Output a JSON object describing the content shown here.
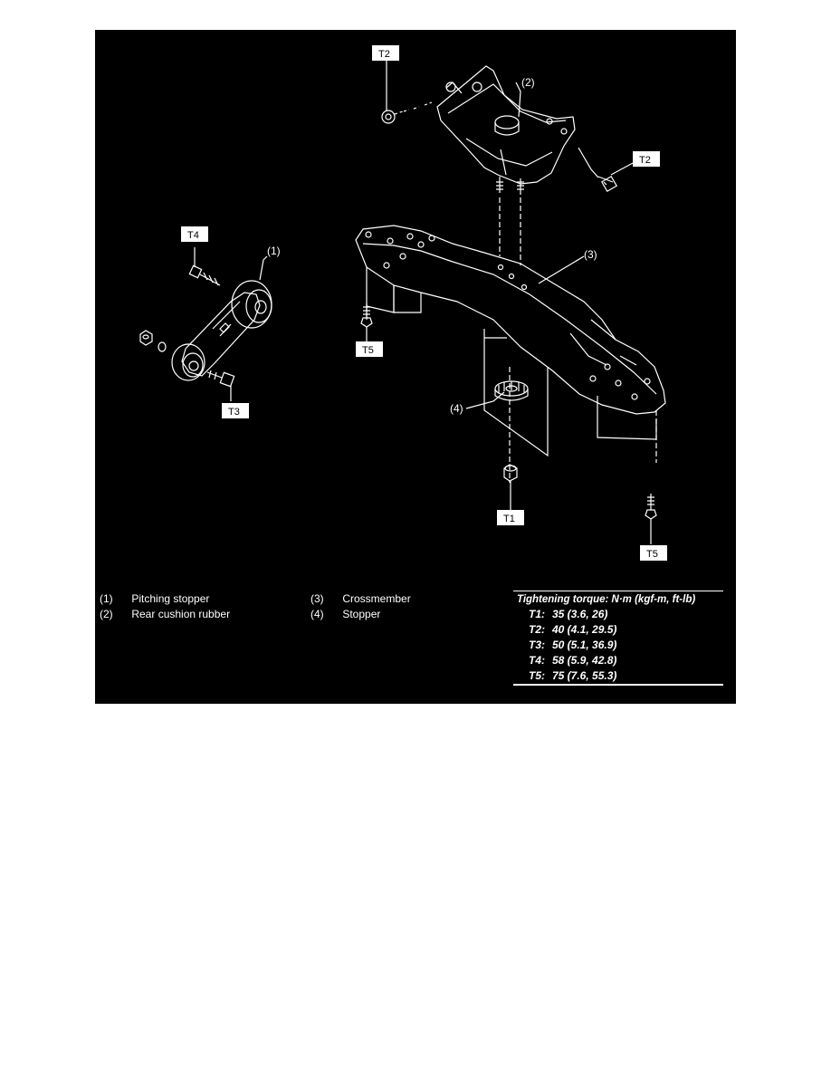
{
  "diagram": {
    "callouts": {
      "c1": "(1)",
      "c2": "(2)",
      "c3": "(3)",
      "c4": "(4)"
    },
    "tags": {
      "t2_top": "T2",
      "t2_right": "T2",
      "t4": "T4",
      "t5_left": "T5",
      "t3": "T3",
      "t1": "T1",
      "t5_bottom": "T5"
    }
  },
  "legend": {
    "items": [
      {
        "num": "(1)",
        "label": "Pitching stopper"
      },
      {
        "num": "(2)",
        "label": "Rear cushion rubber"
      },
      {
        "num": "(3)",
        "label": "Crossmember"
      },
      {
        "num": "(4)",
        "label": "Stopper"
      }
    ]
  },
  "torque": {
    "title": "Tightening torque: N·m (kgf-m, ft-lb)",
    "rows": [
      {
        "key": "T1:",
        "value": "35 (3.6, 26)"
      },
      {
        "key": "T2:",
        "value": "40 (4.1, 29.5)"
      },
      {
        "key": "T3:",
        "value": "50 (5.1, 36.9)"
      },
      {
        "key": "T4:",
        "value": "58 (5.9, 42.8)"
      },
      {
        "key": "T5:",
        "value": "75 (7.6, 55.3)"
      }
    ]
  },
  "colors": {
    "background": "#000000",
    "line": "#ffffff",
    "tag_fill": "#ffffff"
  }
}
